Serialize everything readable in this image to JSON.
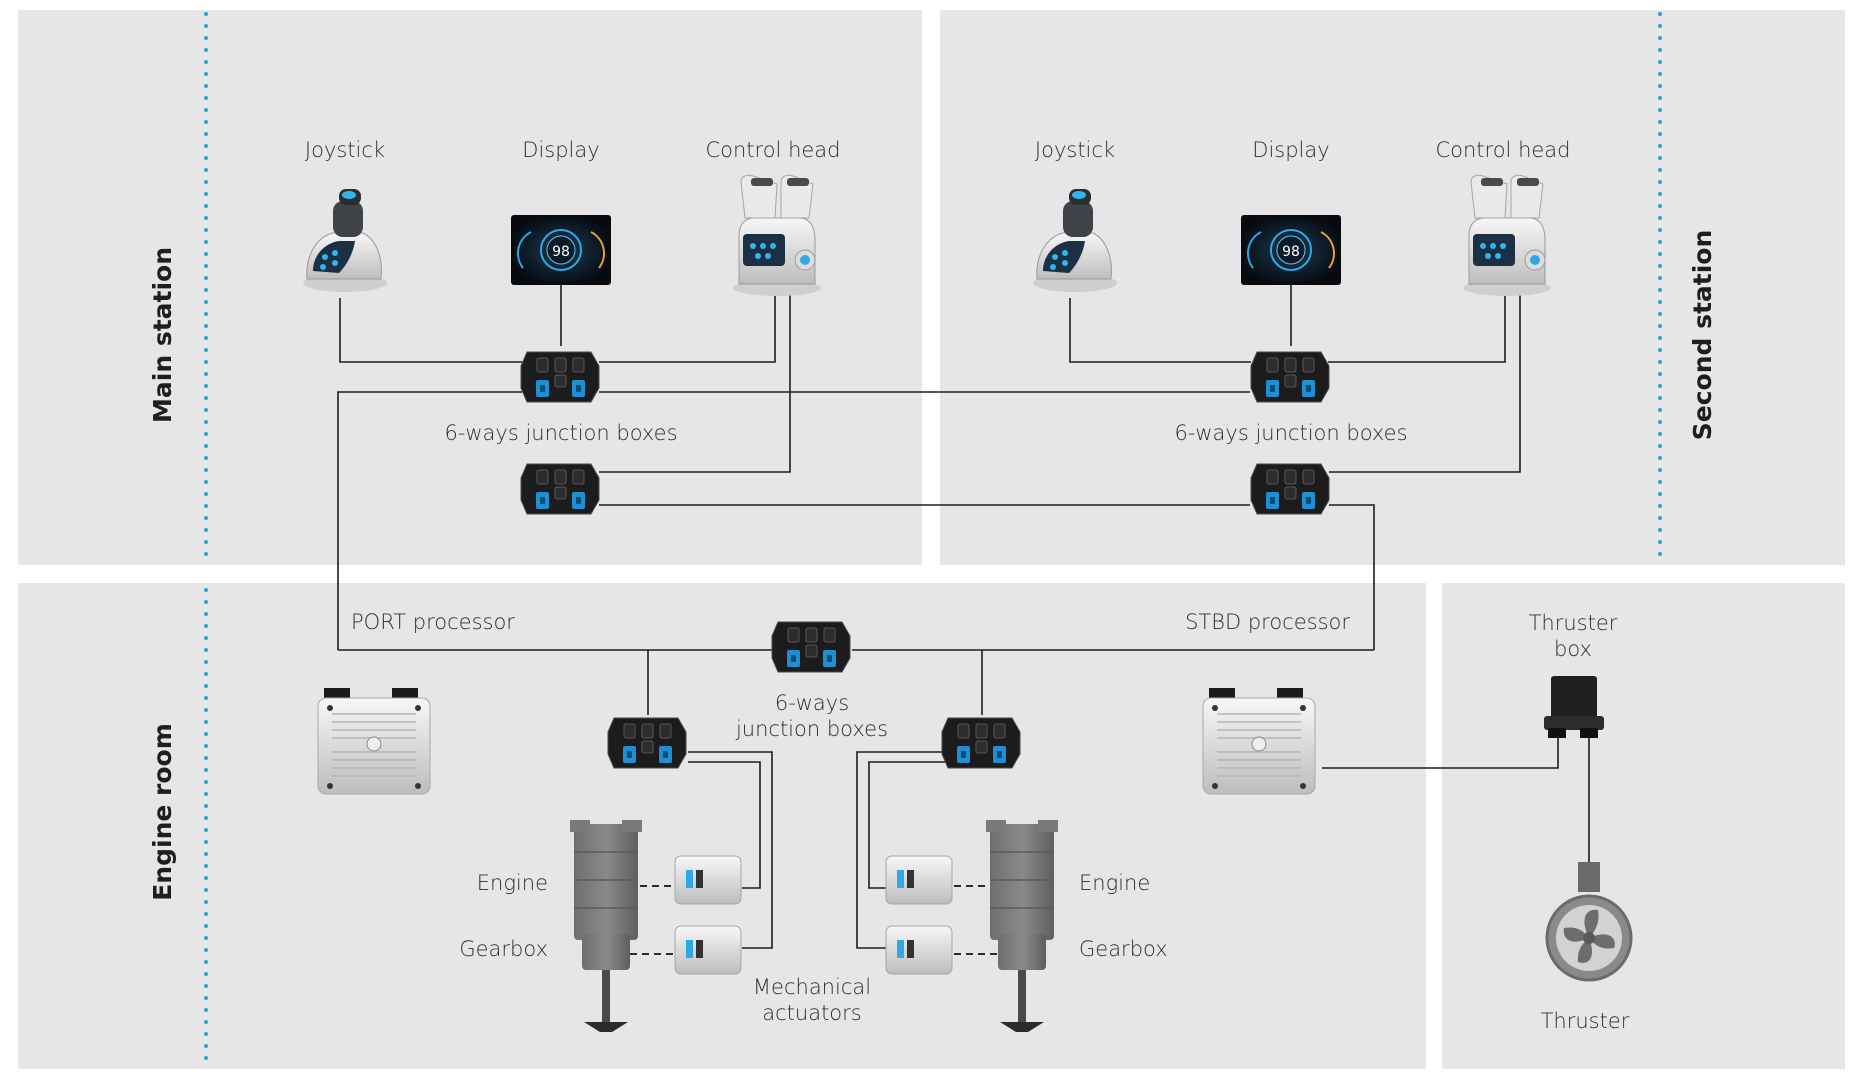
{
  "zones": {
    "main_station": "Main station",
    "second_station": "Second station",
    "engine_room": "Engine room"
  },
  "main": {
    "joystick": "Joystick",
    "display": "Display",
    "control_head": "Control head",
    "junction": "6-ways junction boxes"
  },
  "second": {
    "joystick": "Joystick",
    "display": "Display",
    "control_head": "Control head",
    "junction": "6-ways junction boxes"
  },
  "engine_room": {
    "port_processor": "PORT processor",
    "stbd_processor": "STBD processor",
    "junction_line1": "6-ways",
    "junction_line2": "junction boxes",
    "actuators_line1": "Mechanical",
    "actuators_line2": "actuators",
    "engine_port": "Engine",
    "gearbox_port": "Gearbox",
    "engine_stbd": "Engine",
    "gearbox_stbd": "Gearbox"
  },
  "thruster": {
    "box_line1": "Thruster",
    "box_line2": "box",
    "thruster": "Thruster"
  },
  "display_readout": "98",
  "colors": {
    "panel": "#e6e6e8",
    "accent_blue": "#29a3d6",
    "wire": "#1d1d1d"
  }
}
